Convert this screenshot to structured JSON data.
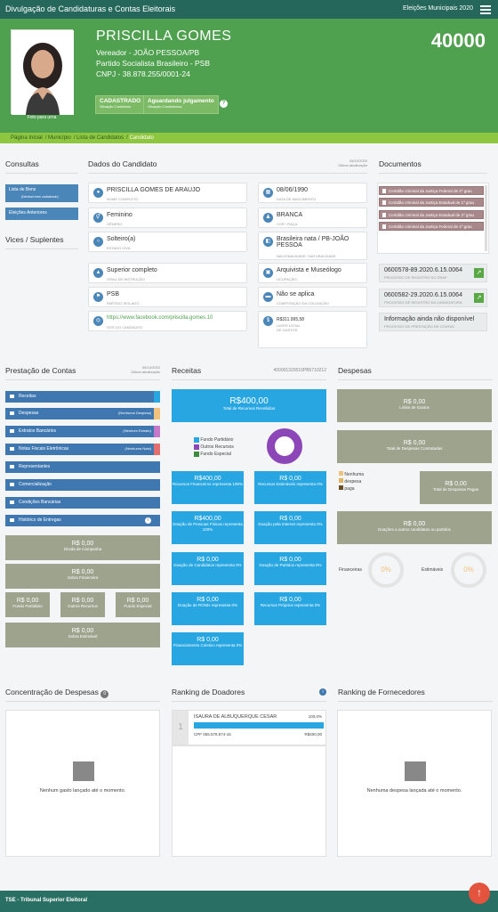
{
  "topbar": {
    "title": "Divulgação de Candidaturas e Contas Eleitorais",
    "election": "Eleições Municipais 2020"
  },
  "candidate": {
    "name": "PRISCILLA GOMES",
    "office": "Vereador - JOÃO PESSOA/PB",
    "party": "Partido Socialista Brasileiro - PSB",
    "cnpj": "CNPJ - 38.878.255/0001-24",
    "number": "40000",
    "photo_caption": "Foto para urna",
    "status1": "CADASTRADO",
    "status1_sub": "Situação Candidato",
    "status2": "Aguardando julgamento",
    "status2_sub": "Situação Candidatura"
  },
  "breadcrumb": [
    "Página Inicial",
    "Município",
    "Lista de Candidatos",
    "Candidato"
  ],
  "consultas": {
    "title": "Consultas",
    "items": [
      {
        "label": "Lista de Bens",
        "sub": "(Nenhum bem cadastrado)"
      },
      {
        "label": "Eleições Anteriores",
        "sub": ""
      }
    ]
  },
  "vices": {
    "title": "Vices / Suplentes"
  },
  "dados": {
    "title": "Dados do Candidato",
    "date": "05/10/2020",
    "date_label": "Última atualização",
    "left": [
      {
        "value": "PRISCILLA GOMES DE ARAUJO",
        "label": "NOME COMPLETO"
      },
      {
        "value": "Feminino",
        "label": "GÊNERO"
      },
      {
        "value": "Solteiro(a)",
        "label": "ESTADO CIVIL"
      },
      {
        "value": "Superior completo",
        "label": "GRAU DE INSTRUÇÃO"
      },
      {
        "value": "PSB",
        "label": "PARTIDO ISOLADO"
      },
      {
        "value": "https://www.facebook.com/priscilla.gomes.10",
        "label": "SITE DO CANDIDATO"
      }
    ],
    "right": [
      {
        "value": "08/06/1990",
        "label": "DATA DE NASCIMENTO"
      },
      {
        "value": "BRANCA",
        "label": "COR / RAÇA"
      },
      {
        "value": "Brasileira nata / PB-JOÃO PESSOA",
        "label": "NACIONALIDADE / NATURALIDADE"
      },
      {
        "value": "Arquivista e Museólogo",
        "label": "OCUPAÇÃO"
      },
      {
        "value": "Não se aplica",
        "label": "COMPOSIÇÃO DA COLIGAÇÃO"
      },
      {
        "value": "R$311.995,58",
        "label": "LIMITE LEGAL DE GASTOS"
      }
    ]
  },
  "documentos": {
    "title": "Documentos",
    "certs": [
      "Certidão criminal da Justiça Federal de 2º grau",
      "Certidão criminal da Justiça Estadual de 1º grau",
      "Certidão criminal da Justiça Estadual de 2º grau",
      "Certidão criminal da Justiça Federal de 1º grau"
    ],
    "processes": [
      {
        "number": "0600578-89.2020.6.15.0064",
        "label": "PROCESSO DE REGISTRO DO DRAP"
      },
      {
        "number": "0600582-29.2020.6.15.0064",
        "label": "PROCESSO DE REGISTRO DA CANDIDATURA"
      },
      {
        "number": "Informação ainda não disponível",
        "label": "PROCESSO DE PRESTAÇÃO DE CONTAS"
      }
    ]
  },
  "prestacao": {
    "title": "Prestação de Contas",
    "date": "06/10/2020",
    "date_label": "Última atualização",
    "buttons": [
      {
        "label": "Receitas",
        "tag": ""
      },
      {
        "label": "Despesas",
        "tag": "(Nenhuma Despesa)"
      },
      {
        "label": "Extratos Bancários",
        "tag": "(Nenhum Extrato)"
      },
      {
        "label": "Notas Fiscais Eletrônicas",
        "tag": "(Nenhuma Nota)"
      },
      {
        "label": "Representantes",
        "tag": ""
      },
      {
        "label": "Comercialização",
        "tag": ""
      },
      {
        "label": "Condições Bancárias",
        "tag": ""
      },
      {
        "label": "Histórico de Entregas",
        "tag": ""
      }
    ],
    "divida": {
      "value": "R$ 0,00",
      "label": "Dívida de Campanha"
    },
    "sobra_fin": {
      "value": "R$ 0,00",
      "label": "Sobra Financeira"
    },
    "fundos": [
      {
        "value": "R$ 0,00",
        "label": "Fundo Partidário"
      },
      {
        "value": "R$ 0,00",
        "label": "Outros Recursos"
      },
      {
        "value": "R$ 0,00",
        "label": "Fundo Especial"
      }
    ],
    "sobra_est": {
      "value": "R$ 0,00",
      "label": "Sobra Estimável"
    }
  },
  "receitas": {
    "title": "Receitas",
    "id": "400001320516PB5710212",
    "total": "R$400,00",
    "total_label": "Total de Recursos Recebidos",
    "legend": [
      "Fundo Partidário",
      "Outros Recursos",
      "Fundo Especial"
    ],
    "legend_colors": [
      "#27a6e1",
      "#8c46b8",
      "#3c8c3c"
    ],
    "cards": [
      {
        "value": "R$400,00",
        "label": "Recursos Financeiros representa 100%"
      },
      {
        "value": "R$ 0,00",
        "label": "Recursos Estimáveis representa 0%"
      },
      {
        "value": "R$400,00",
        "label": "Doação de Pessoas Físicas representa 100%"
      },
      {
        "value": "R$ 0,00",
        "label": "Doação pela Internet representa 0%"
      },
      {
        "value": "R$ 0,00",
        "label": "Doação de Candidatos representa 0%"
      },
      {
        "value": "R$ 0,00",
        "label": "Doação de Partidos representa 0%"
      },
      {
        "value": "R$ 0,00",
        "label": "Doação de RONIs representa 0%"
      },
      {
        "value": "R$ 0,00",
        "label": "Recursos Próprios representa 0%"
      },
      {
        "value": "R$ 0,00",
        "label": "Financiamento Coletivo representa 0%"
      }
    ]
  },
  "despesas": {
    "title": "Despesas",
    "limite": {
      "value": "R$ 0,00",
      "label": "Limite de Gastos"
    },
    "contratadas": {
      "value": "R$ 0,00",
      "label": "Total de Despesas Contratadas"
    },
    "legend": [
      "Nenhuma",
      "despesa",
      "paga"
    ],
    "pagas": {
      "value": "R$ 0,00",
      "label": "Total de Despesas Pagas"
    },
    "doacoes": {
      "value": "R$ 0,00",
      "label": "Doações a outros candidatos ou partidos"
    },
    "fin_label": "Financeiras",
    "fin_pct": "0%",
    "est_label": "Estimáveis",
    "est_pct": "0%"
  },
  "concentracao": {
    "title": "Concentração de Despesas",
    "count": "0",
    "empty": "Nenhum gasto lançado até o momento."
  },
  "ranking_doadores": {
    "title": "Ranking de Doadores",
    "rank": "1",
    "name": "ISAURA DE ALBUQUERQUE CESAR",
    "pct": "100,0%",
    "progress": 1.0,
    "cpf": "CPF 055.578.874-15",
    "value": "R$400,00"
  },
  "ranking_fornecedores": {
    "title": "Ranking de Fornecedores",
    "empty": "Nenhuma despesa lançada até o momento."
  },
  "footer": {
    "text": "TSE - Tribunal Superior Eleitoral"
  }
}
